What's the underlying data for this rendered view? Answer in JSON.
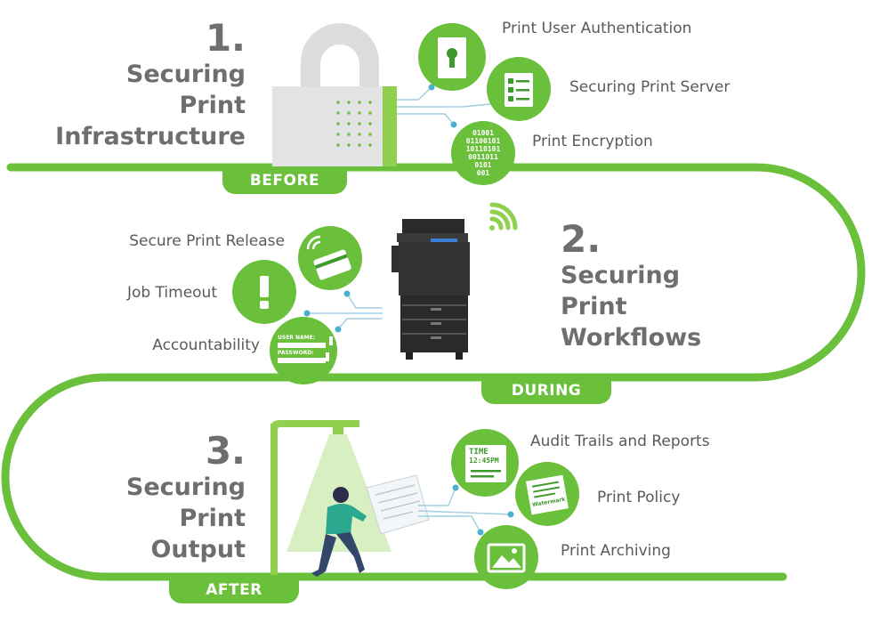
{
  "sections": [
    {
      "number": "1.",
      "lines": [
        "Securing",
        "Print",
        "Infrastructure"
      ]
    },
    {
      "number": "2.",
      "lines": [
        "Securing",
        "Print",
        "Workflows"
      ]
    },
    {
      "number": "3.",
      "lines": [
        "Securing",
        "Print",
        "Output"
      ]
    }
  ],
  "phases": [
    "BEFORE",
    "DURING",
    "AFTER"
  ],
  "features": {
    "infrastructure": [
      "Print User Authentication",
      "Securing Print Server",
      "Print Encryption"
    ],
    "workflows": [
      "Secure Print Release",
      "Job Timeout",
      "Accountability"
    ],
    "output": [
      "Audit Trails and Reports",
      "Print Policy",
      "Print Archiving"
    ]
  },
  "icon_text": {
    "encryption_rows": [
      "01001",
      "01100101",
      "10110101",
      "0011011",
      "0101",
      "001"
    ],
    "user_name": "USER NAME:",
    "password": "PASSWORD:",
    "time_word": "TIME",
    "time_value": "12:45PM",
    "watermark": "Watermark"
  },
  "colors": {
    "green": "#6abf3b",
    "dark_green": "#3e9a2a",
    "text": "#6e6e6e"
  }
}
